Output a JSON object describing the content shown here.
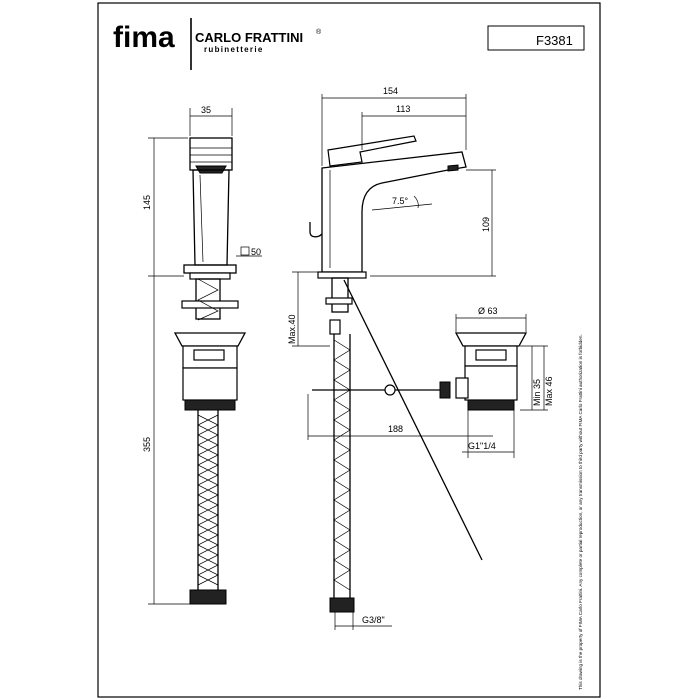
{
  "brand": {
    "logo": "fima",
    "name": "CARLO FRATTINI",
    "registered": "®",
    "tagline": "rubinetterie"
  },
  "product_code": "F3381",
  "disclaimer": "This drawing is the property of FIMA Carlo Frattini. Any complete or partial reproduction, or any transmission to third party without FIMA Carlo Frattini authorization is forbidden.",
  "dimensions": {
    "front_width": "35",
    "front_height": "145",
    "base_square": "50",
    "hose_length": "355",
    "overall_length": "154",
    "spout_reach": "113",
    "spout_height": "109",
    "spout_angle": "7.5°",
    "max_thickness": "Max.40",
    "drain_reach": "188",
    "drain_diameter": "Ø 63",
    "drain_min": "Min 35",
    "drain_max": "Max 46",
    "drain_thread": "G1\"1/4",
    "hose_thread": "G3/8\""
  }
}
